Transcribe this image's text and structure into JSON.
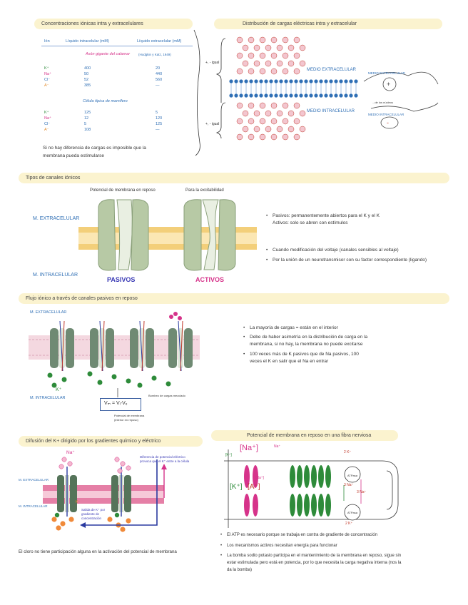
{
  "s1": {
    "title": "Concentraciones iónicas intra y extracelulares",
    "col_ion": "Ión",
    "col_intra": "Líquido intracelular (mM)",
    "col_extra": "Líquido extracelular (mM)",
    "sub1": "Axón gigante del calamar",
    "sub1_ref": "(Hodgkin y Katz, 1949)",
    "rows1": [
      {
        "ion": "K⁺",
        "intra": "400",
        "extra": "20"
      },
      {
        "ion": "Na⁺",
        "intra": "50",
        "extra": "440"
      },
      {
        "ion": "Cl⁻",
        "intra": "52",
        "extra": "560"
      },
      {
        "ion": "A⁻",
        "intra": "385",
        "extra": "—"
      }
    ],
    "sub2": "Célula típica de mamífero",
    "rows2": [
      {
        "ion": "K⁺",
        "intra": "125",
        "extra": "5"
      },
      {
        "ion": "Na⁺",
        "intra": "12",
        "extra": "120"
      },
      {
        "ion": "Cl⁻",
        "intra": "5",
        "extra": "125"
      },
      {
        "ion": "A⁻",
        "intra": "108",
        "extra": "—"
      }
    ],
    "note_line1": "Si no hay diferencia de cargas es imposible que la",
    "note_line2": "membrana pueda estimularse"
  },
  "s2": {
    "title": "Distribución de cargas eléctricas intra y extracelular",
    "label_top": "+, - igual",
    "label_bottom": "+, - igual",
    "medio_ext": "MEDIO EXTRACELULAR",
    "medio_int": "MEDIO INTRACELULAR",
    "medio_ext2": "MEDIO EXTRACELULAR",
    "medio_int2": "MEDIO INTRACELULAR",
    "side_note": "...de los núcleos"
  },
  "s3": {
    "title": "Tipos de canales iónicos",
    "label_reposo": "Potencial de membrana en reposo",
    "label_excit": "Para la excitabilidad",
    "m_ext": "M. EXTRACELULAR",
    "m_int": "M. INTRACELULAR",
    "pasivos": "PASIVOS",
    "activos": "ACTIVOS",
    "b1_line1": "Pasivos: permanentemente abiertos para el K y el K",
    "b1_line2": "Activos: solo se abren con estímulos",
    "b2": "Cuando modificación del voltaje (canales sensibles al voltaje)",
    "b3": "Por la unión de un neurotransmisor con su factor correspondiente (ligando)"
  },
  "s4": {
    "title": "Flujo iónico a través de canales pasivos en reposo",
    "m_ext": "M. EXTRACELULAR",
    "m_int": "M. INTRACELULAR",
    "k_label": "K⁺",
    "formula": "Vₘ = Vᵢ-Vₑ",
    "caption1": "Potencial de membrana",
    "caption2": "(interior en reposo)",
    "pump_note": "Bombeo de cargas mezclado",
    "b1": "La mayoría de cargas = están en el interior",
    "b2_line1": "Debe de haber asimetría en la distribución de carga en la",
    "b2_line2": "membrana, si no hay, la membrana no puede excitarse",
    "b3_line1": "100 veces más de K pasivos que de Na pasivos, 100",
    "b3_line2": "veces el K en salir que el Na en entrar"
  },
  "s5": {
    "title": "Difusión del K+ dirigido por los gradientes químico y eléctrico",
    "na_label": "Na⁺",
    "k_label": "K⁺",
    "m_ext": "M. EXTRACELULAR",
    "m_int": "M. INTRACELULAR",
    "salida": "Salida de K⁺ por gradiente de concentración",
    "diferencia": "Diferencia de potencial eléctrico provoca que el K⁺ entre a la célula",
    "note": "El cloro no tiene participación alguna en la activación del potencial de membrana"
  },
  "s6": {
    "title": "Potencial de membrana en reposo en una fibra nerviosa",
    "na_big": "[Na⁺]",
    "k_big": "[K⁺]",
    "a_big": "[A⁻]",
    "k_small": "[K⁺]",
    "na_small": "[Na⁺]",
    "na_top": "Na⁺",
    "two_k": "2 K⁺",
    "three_na": "3 Na⁺",
    "atpase": "ATPasa",
    "b1": "El ATP es necesario porque se trabaja en contra de gradiente de concentración",
    "b2": "Los mecanismos activos necesitan energía para funcionar",
    "b3_line1": "La bomba sodio potasio participa en el mantenimiento de la membrana en reposo, sigue sin",
    "b3_line2": "estar estimulada pero está en potencia, por lo que necesita la carga negativa interna (nos la",
    "b3_line3": "da la bomba)"
  }
}
